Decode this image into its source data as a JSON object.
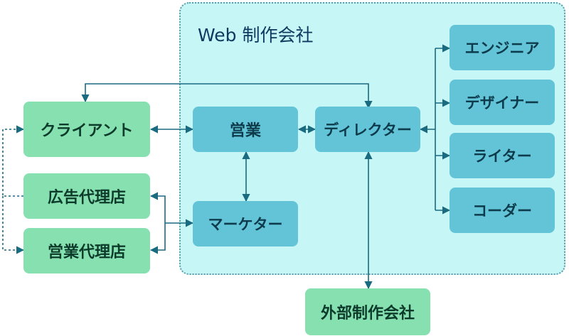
{
  "web_company": {
    "label": "Web 制作会社"
  },
  "nodes": {
    "client": "クライアント",
    "ad_agency": "広告代理店",
    "sales_agency": "営業代理店",
    "sales": "営業",
    "marketer": "マーケター",
    "director": "ディレクター",
    "engineer": "エンジニア",
    "designer": "デザイナー",
    "writer": "ライター",
    "coder": "コーダー",
    "external": "外部制作会社"
  },
  "colors": {
    "client_side": "#86e0b0",
    "internal": "#63c4d8",
    "web_company_bg": "#c6f6f6",
    "connector": "#1a6a80"
  }
}
